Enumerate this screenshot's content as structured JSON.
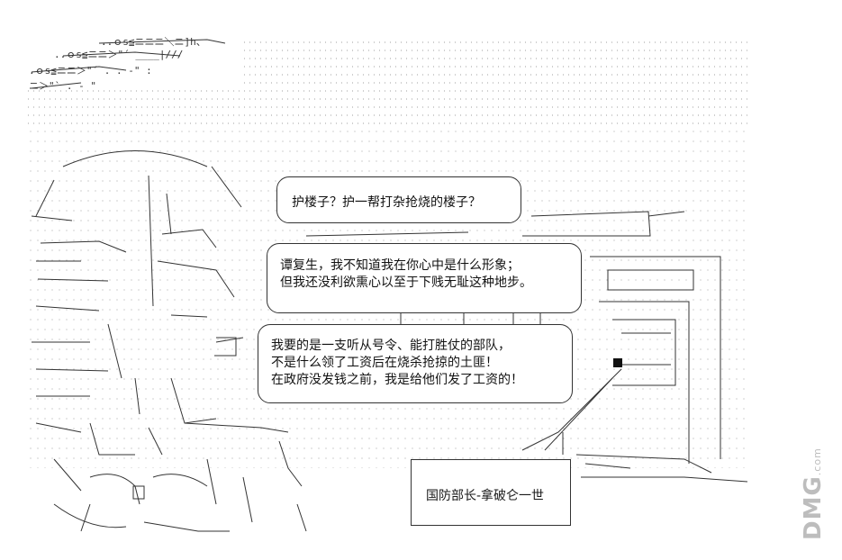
{
  "speech_bubbles": [
    {
      "lines": [
        "护楼子？护一帮打杂抢烧的楼子？"
      ]
    },
    {
      "lines": [
        "谭复生，我不知道我在你心中是什么形象；",
        "但我还没利欲熏心以至于下贱无耻这种地步。"
      ]
    },
    {
      "lines": [
        "我要的是一支听从号令、能打胜仗的部队，",
        "不是什么领了工资后在烧杀抢掠的土匪！",
        "在政府没发钱之前，我是给他们发了工资的！"
      ]
    }
  ],
  "caption": {
    "text": "国防部长-拿破仑一世"
  },
  "watermark": {
    "main": "DMG",
    "sub": ".com"
  },
  "icons": [
    "ascii-art-soldier-figure",
    "ascii-art-window-frame",
    "ascii-art-dotted-background"
  ]
}
